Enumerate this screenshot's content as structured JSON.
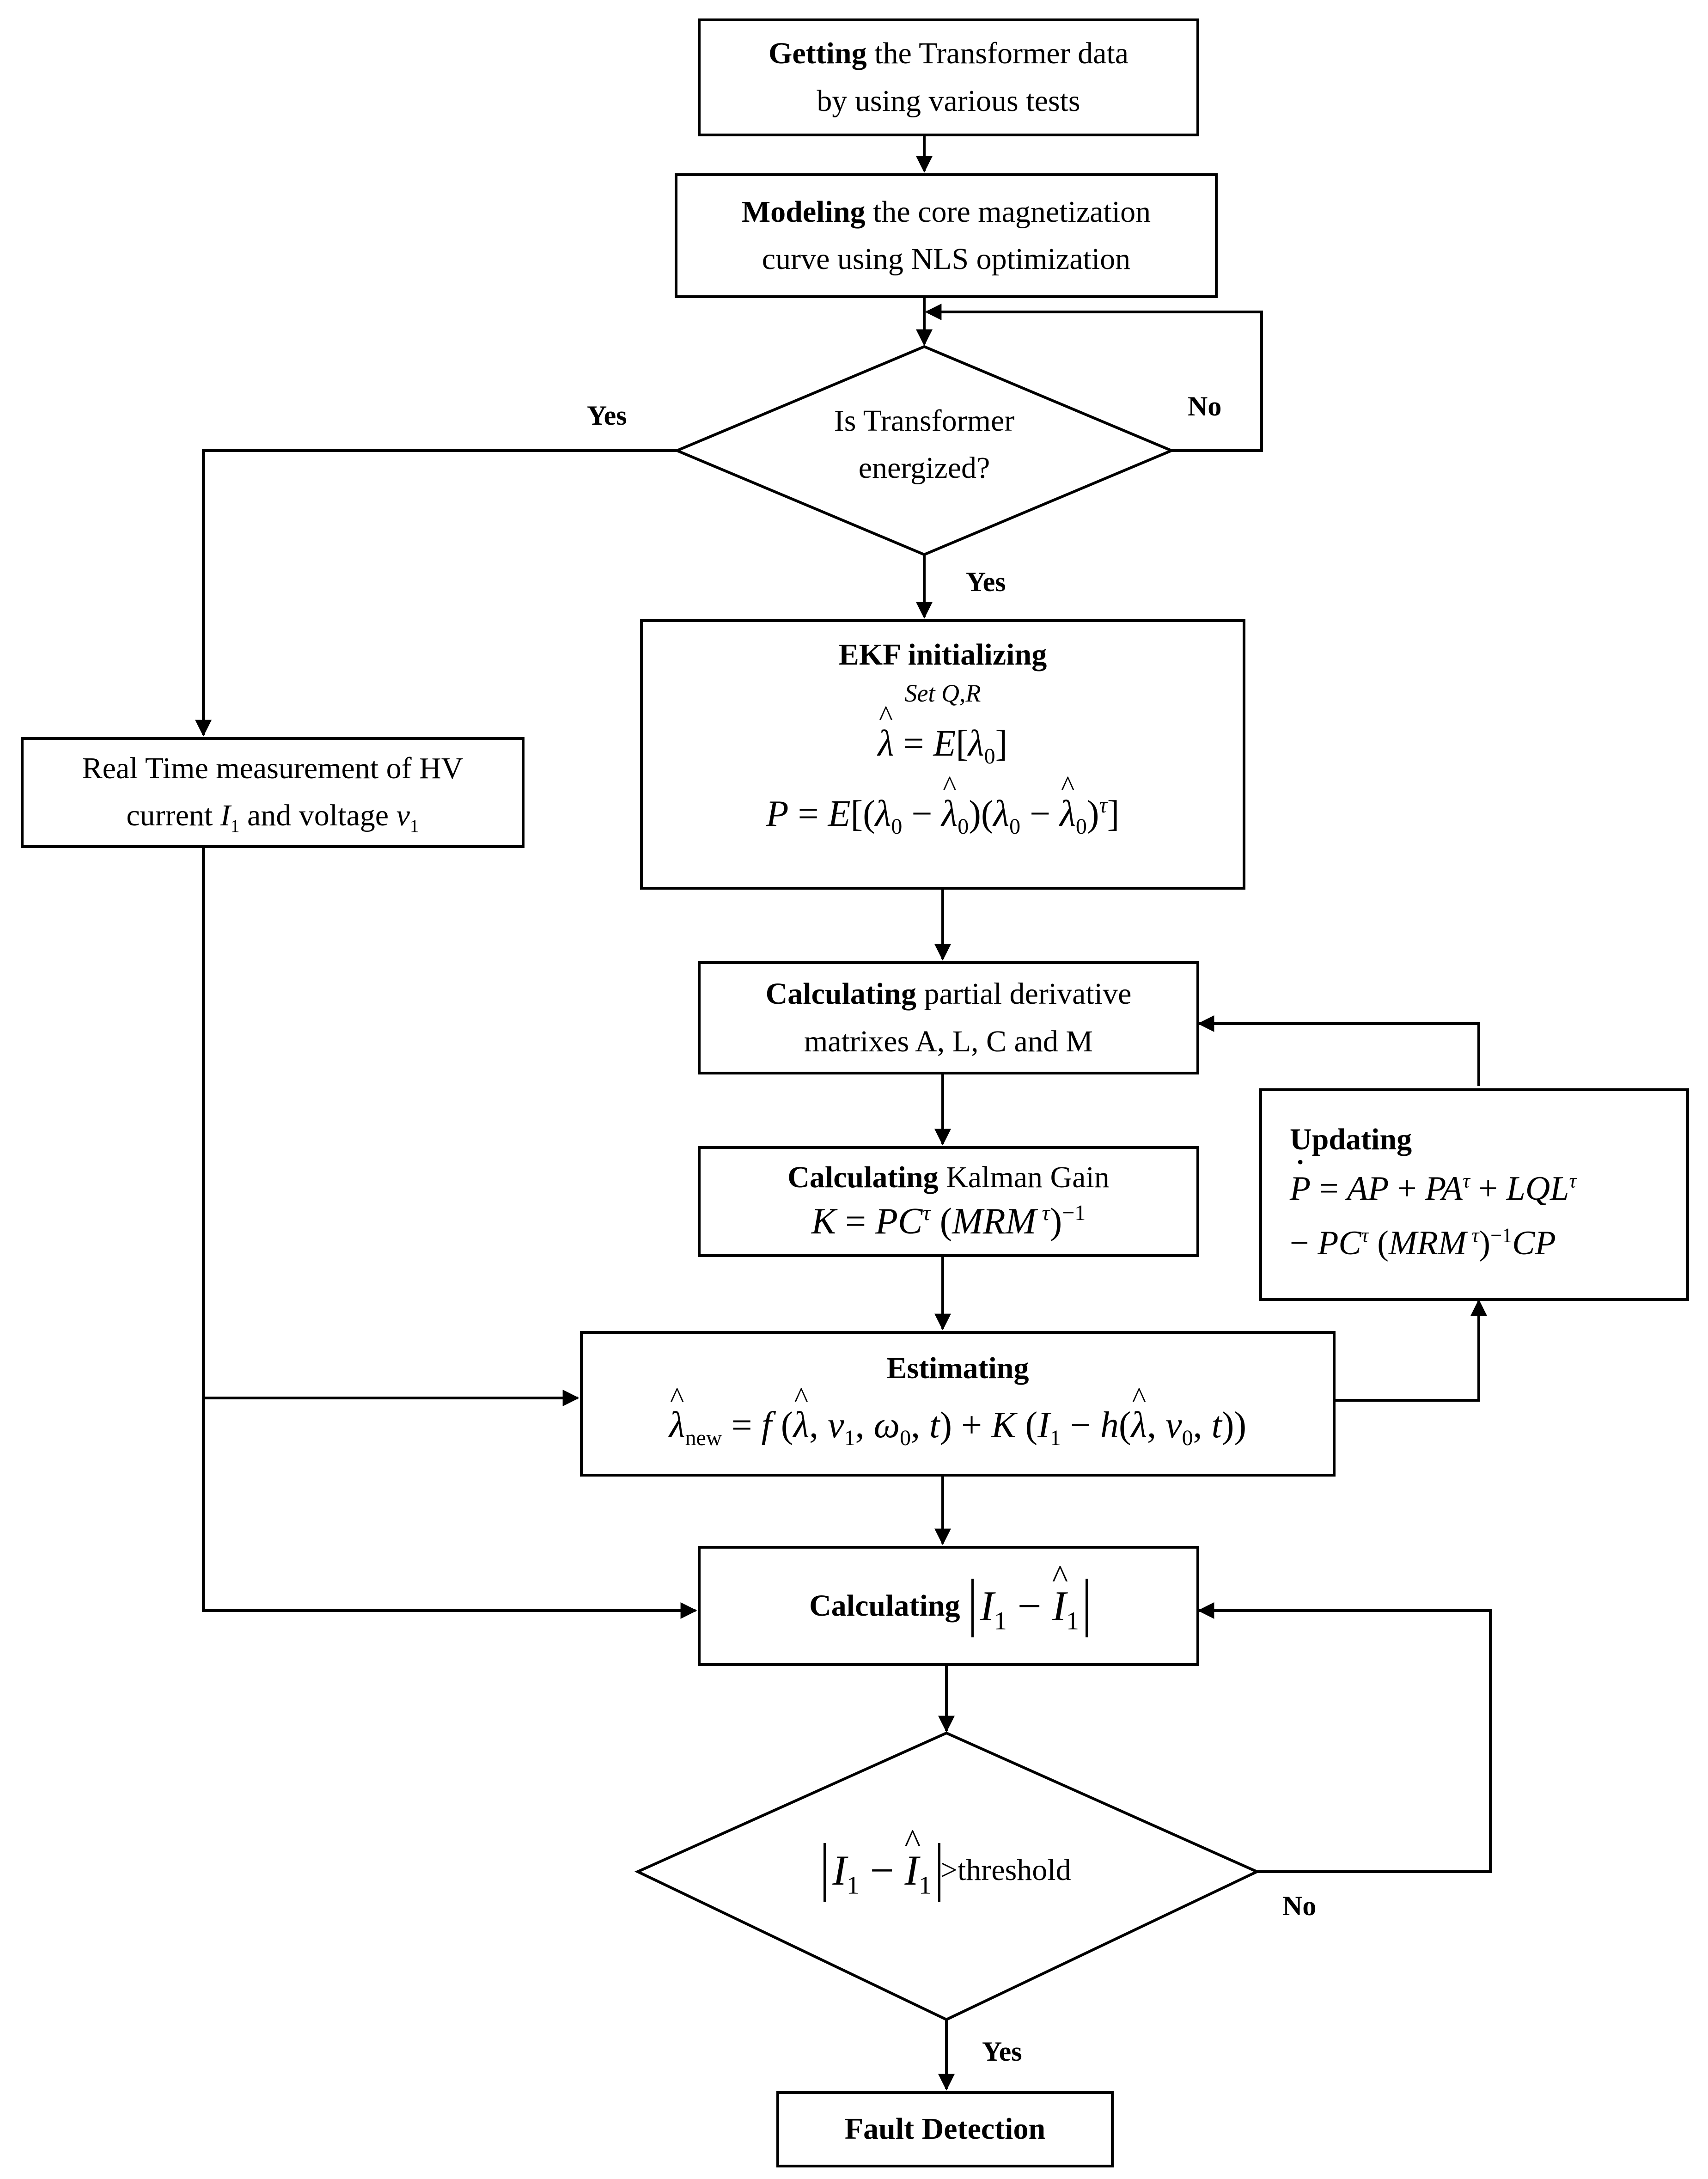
{
  "boxes": {
    "getting": {
      "bold": "Getting",
      "line1": " the Transformer data",
      "line2": "by using various tests"
    },
    "modeling": {
      "bold": "Modeling",
      "line1": " the core magnetization",
      "line2": "curve using NLS optimization"
    },
    "decision1": {
      "line1": "Is Transformer",
      "line2": "energized?"
    },
    "realtime": {
      "line1": "Real Time measurement of HV",
      "line2a": "current ",
      "current_sym": "I",
      "current_sub": "1",
      "line2b": " and voltage ",
      "voltage_sym": "v",
      "voltage_sub": "1"
    },
    "ekf": {
      "title": "EKF initializing",
      "subtitle": "Set Q,R"
    },
    "partial": {
      "bold": "Calculating",
      "line1": " partial derivative",
      "line2": "matrixes A, L, C and M"
    },
    "kalman": {
      "bold": "Calculating",
      "line1": " Kalman Gain"
    },
    "updating": {
      "title": "Updating"
    },
    "estimating": {
      "title": "Estimating"
    },
    "calc_diff": {
      "bold": "Calculating"
    },
    "decision2": {
      "suffix": ">threshold"
    },
    "fault": {
      "label": "Fault Detection"
    }
  },
  "edge_labels": {
    "yes_left": "Yes",
    "no_right": "No",
    "yes_down": "Yes",
    "no_bottom": "No",
    "yes_bottom": "Yes"
  },
  "colors": {
    "line": "#000000",
    "background": "#ffffff"
  }
}
